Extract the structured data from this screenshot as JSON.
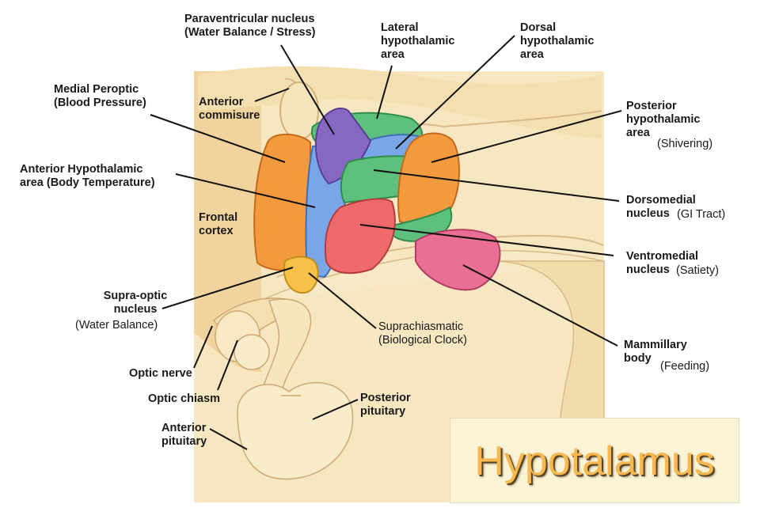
{
  "title": "Hypotalamus",
  "labels": {
    "paraventricular": "Paraventricular nucleus\n(Water Balance / Stress)",
    "lateral": "Lateral\nhypothalamic\narea",
    "dorsal": "Dorsal\nhypothalamic\narea",
    "medial_preoptic": "Medial Peroptic\n(Blood Pressure)",
    "anterior_commisure": "Anterior\ncommisure",
    "posterior_hypothalamic": "Posterior\nhypothalamic\narea",
    "posterior_hypothalamic_note": "(Shivering)",
    "anterior_hypothalamic": "Anterior Hypothalamic\narea (Body Temperature)",
    "frontal_cortex": "Frontal\ncortex",
    "dorsomedial": "Dorsomedial\nnucleus",
    "dorsomedial_note": "(GI Tract)",
    "ventromedial": "Ventromedial\nnucleus",
    "ventromedial_note": "(Satiety)",
    "supra_optic": "Supra-optic\nnucleus",
    "supra_optic_note": "(Water Balance)",
    "suprachiasmatic": "Suprachiasmatic\n(Biological Clock)",
    "mammillary": "Mammillary\nbody",
    "mammillary_note": "(Feeding)",
    "optic_nerve": "Optic nerve",
    "optic_chiasm": "Optic chiasm",
    "posterior_pituitary": "Posterior\npituitary",
    "anterior_pituitary": "Anterior\npituitary"
  },
  "colors": {
    "tissue": "#f5deaa",
    "tissue_light": "#faedc9",
    "orange": "#f39a3e",
    "blue": "#78a6e6",
    "purple": "#8667c2",
    "green": "#5ec07d",
    "red": "#ee6a6a",
    "pink": "#ea6f95",
    "yellow": "#f6c14b",
    "title": "#f6b84f"
  }
}
